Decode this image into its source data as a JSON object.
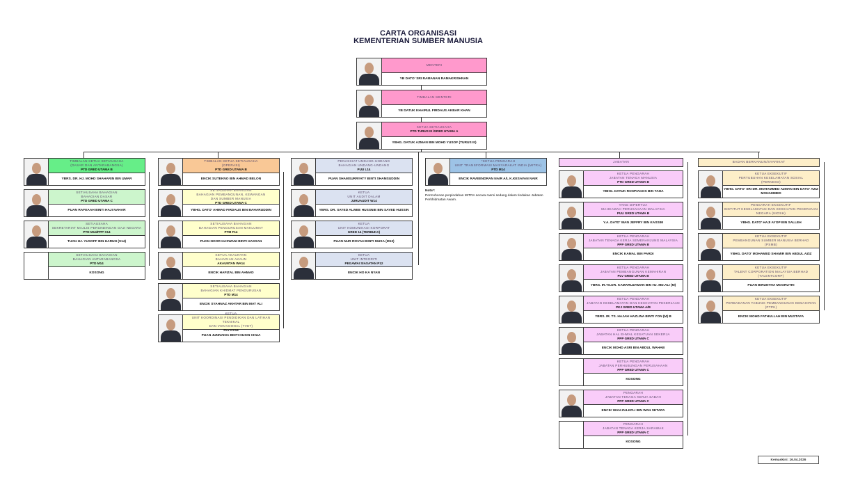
{
  "title": {
    "line1": "CARTA ORGANISASI",
    "line2": "KEMENTERIAN SUMBER MANUSIA"
  },
  "colors": {
    "top": "#ff99cc",
    "col1_lead": "#66ee88",
    "col1": "#ccf5cc",
    "col2_lead": "#f9c896",
    "col2": "#ffffcc",
    "col3": "#dbe2f1",
    "col4": "#9dc3e6",
    "col5": "#f9ccf9",
    "col6": "#fdeec8"
  },
  "top": [
    {
      "lines": [
        "MENTERI"
      ],
      "grade": "",
      "name": "YB DATO' SRI RAMANAN RAMAKRISHNAN",
      "photo": true
    },
    {
      "lines": [
        "TIMBALAN MENTERI"
      ],
      "grade": "",
      "name": "YB DATUK KHAIRUL FIRDAUS AKBAR KHAN",
      "photo": true
    },
    {
      "lines": [
        "KETUA SETIAUSAHA"
      ],
      "grade": "PTD TURUS III /GRED UTAMA A",
      "name": "YBHG. DATUK AZMAN BIN MOHD YUSOF (TURUS III)",
      "photo": true
    }
  ],
  "columns": [
    {
      "header": "",
      "cards": [
        {
          "lines": [
            "TIMBALAN KETUA SETIAUSAHA",
            "(DASAR DAN ANTARABANGSA)"
          ],
          "grade": "PTD GRED UTAMA B",
          "name": "YBRS. DR. HJ. MOHD SHAHARIN BIN UMAR",
          "photo": true
        },
        {
          "lines": [
            "SETIAUSAHA BAHAGIAN",
            "BAHAGIAN DASAR"
          ],
          "grade": "PTD GRED UTAMA C",
          "name": "PUAN RAFEAAH BINTI HAJI NAHAR",
          "photo": true
        },
        {
          "lines": [
            "SETIAUSAHA",
            "SEKRETARIAT MAJLIS PERUNDINGAN GAJI NEGARA"
          ],
          "grade": "PTD M14/PPP S14",
          "name": "TUAN HJ. YUSOFF BIN HARUN (S14)",
          "photo": true
        },
        {
          "lines": [
            "SETIAUSAHA BAHAGIAN",
            "BAHAGIAN ANTARABANGSA"
          ],
          "grade": "PTD M14",
          "name": "KOSONG",
          "photo": false
        }
      ]
    },
    {
      "header": "",
      "cards": [
        {
          "lines": [
            "TIMBALAN KETUA SETIAUSAHA",
            "(OPERASI)"
          ],
          "grade": "PTD GRED UTAMA B",
          "name": "ENCIK SUTEKNO BIN AHMAD BELON",
          "photo": true
        },
        {
          "lines": [
            "SETIAUSAHA BAHAGIAN",
            "BAHAGIAN PEMBANGUNAN, KEWANGAN",
            "DAN SUMBER MANUSIA"
          ],
          "grade": "PTD GRED UTAMA C",
          "name": "YBHG. DATO' AHMAD FIRDAUS BIN BAHARUDDIN",
          "photo": true
        },
        {
          "lines": [
            "SETIAUSAHA BAHAGIAN",
            "BAHAGIAN PENGURUSAN MAKLUMAT"
          ],
          "grade": "PTM F14",
          "name": "PUAN NOOR HASWANI BINTI HASSAN",
          "photo": true
        },
        {
          "lines": [
            "KETUA AKAUNTAN",
            "BAHAGIAN AKAUN"
          ],
          "grade": "AKAUNTAN WA14",
          "name": "ENCIK HAFIZAL BIN AHMAD",
          "photo": true
        },
        {
          "lines": [
            "SETIAUSAHA BAHAGIAN",
            "BAHAGIAN KHIDMAT PENGURUSAN"
          ],
          "grade": "PTD M14",
          "name": "ENCIK SYAHNAZ AKHTAR BIN MAT ALI",
          "photo": true
        },
        {
          "lines": [
            "KETUA",
            "UNIT KOORDINASI PENDIDIKAN DAN LATIHAN TEKNIKAL",
            "DAN VOKASIONAL (TVET)"
          ],
          "grade": "PLV DV14",
          "name": "PUAN JUNNAINA BINTI HUSIN CHUA",
          "photo": true
        }
      ]
    },
    {
      "header": "",
      "cards": [
        {
          "lines": [
            "PENASIHAT UNDANG-UNDANG",
            "BAHAGIAN UNDANG-UNDANG"
          ],
          "grade": "PUU L14",
          "name": "PUAN SHAMSURRYATY BINTI SHAMSUDDIN",
          "photo": true
        },
        {
          "lines": [
            "KETUA",
            "UNIT AUDIT DALAM"
          ],
          "grade": "JURUAUDIT W14",
          "name": "YBRS. DR. SAYED ALWEE HUSSNIE BIN SAYED HUSSIN",
          "photo": true
        },
        {
          "lines": [
            "KETUA",
            "UNIT KOMUNIKASI KORPORAT"
          ],
          "grade": "GRED 14 (TERBUKA)",
          "name": "PUAN NUR RISYAH BINTI MUSA (M13)",
          "photo": true
        },
        {
          "lines": [
            "KETUA",
            "UNIT INTEGRITI"
          ],
          "grade": "PEGAWAI SIASATAN P12",
          "name": "ENCIK HO KA NYAN",
          "photo": true
        }
      ]
    },
    {
      "header": "",
      "cards": [
        {
          "lines": [
            "*KETUA PENGARAH",
            "UNIT TRANSFORMASI MASYARAKAT INDIA (MITRA)"
          ],
          "grade": "PTD M14",
          "name": "ENCIK RAVEENDRAN NAIR A/L K.KESAVAN NAIR",
          "photo": true
        }
      ]
    },
    {
      "header": "JABATAN",
      "cards": [
        {
          "lines": [
            "KETUA PENGARAH",
            "JABATAN TENAGA MANUSIA"
          ],
          "grade": "PTD GRED UTAMA B",
          "name": "YBHG. DATUK ROSPIAGOS BIN TAHA",
          "photo": true
        },
        {
          "lines": [
            "YANG DIPERTUA",
            "MAHKAMAH PERUSAHAAN MALAYSIA"
          ],
          "grade": "PUU GRED UTAMA B",
          "name": "Y.A. DATO' WAN JEFFRY BIN KASSIM",
          "photo": true
        },
        {
          "lines": [
            "KETUA PENGARAH",
            "JABATAN TENAGA KERJA SEMENANJUNG MALAYSIA"
          ],
          "grade": "PPP GRED UTAMA B",
          "name": "ENCIK KAMAL BIN PARDI",
          "photo": true
        },
        {
          "lines": [
            "KETUA PENGARAH",
            "JABATAN PEMBANGUNAN KEMAHIRAN"
          ],
          "grade": "PLV GRED UTAMA B",
          "name": "YBRS. IR.TS.DR. KAMARUZAMAN BIN HJ. MD.ALI (M)",
          "photo": true
        },
        {
          "lines": [
            "KETUA PENGARAH",
            "JABATAN KESELAMATAN DAN KESIHATAN PEKERJAAN"
          ],
          "grade": "PKJ GRED UTAMA A/B",
          "name": "YBRS. IR. TS. HAJAH HAZLINA BINTI YON (M) B",
          "photo": true
        },
        {
          "lines": [
            "KETUA PENGARAH",
            "JABATAN HAL EHWAL KESATUAN SEKERJA"
          ],
          "grade": "PPP GRED UTAMA C",
          "name": "ENCIK MOHD ASRI BIN ABDUL WAHAB",
          "photo": true
        },
        {
          "lines": [
            "KETUA PENGARAH",
            "JABATAN PERHUBUNGAN PERUSAHAAN"
          ],
          "grade": "PPP GRED UTAMA C",
          "name": "KOSONG",
          "photo": false
        },
        {
          "lines": [
            "PENGARAH",
            "JABATAN TENAGA KERJA SABAH"
          ],
          "grade": "PPP GRED UTAMA C",
          "name": "ENCIK WAN ZULKFLI BIN WAN SETAPA",
          "photo": true
        },
        {
          "lines": [
            "PENGARAH",
            "JABATAN TENAGA KERJA SARAWAK"
          ],
          "grade": "PPP GRED UTAMA C",
          "name": "KOSONG",
          "photo": false
        }
      ]
    },
    {
      "header": "BADAN BERKANUN/SYARIKAT",
      "cards": [
        {
          "lines": [
            "KETUA EKSEKUTIF",
            "PERTUBUHAN KESELAMATAN SOSIAL",
            "(PERKESO)"
          ],
          "grade": "",
          "name": "YBHG. DATO' SRI DR. MOHAMMED AZMAN BIN DATO' AZIZ MOHAMMED",
          "photo": true
        },
        {
          "lines": [
            "PENGARAH EKSEKUTIF",
            "INSTITUT KESELAMATAN DAN KESIHATAN PEKERJAAN",
            "NEGARA (NIOSH)"
          ],
          "grade": "",
          "name": "YBHG. DATO' HAJI AYOP BIN SALLEH",
          "photo": true
        },
        {
          "lines": [
            "KETUA EKSEKUTIF",
            "PEMBANGUNAN SUMBER MANUSIA BERHAD",
            "(PSMB)"
          ],
          "grade": "",
          "name": "YBHG. DATO' MOHAMED SHAMIR BIN ABDUL AZIZ",
          "photo": true
        },
        {
          "lines": [
            "KETUA EKSEKUTIF",
            "TALENT CORPORATION MALAYSIA BERHAD",
            "(TALENTCORP)"
          ],
          "grade": "",
          "name": "PUAN BIRUNTHA MOORUTHI",
          "photo": true
        },
        {
          "lines": [
            "KETUA EKSEKUTIF",
            "PERBADANAN TABUNG PEMBANGUNAN KEMAHIRAN",
            "(PTPK)"
          ],
          "grade": "",
          "name": "ENCIK MOHD FATHULLAH BIN MUSTAFA",
          "photo": true
        }
      ]
    }
  ],
  "note": {
    "label": "Nota*:",
    "text": "Permohonan perpindahan MITRA secara rasmi sedang dalam tindakan Jabatan Perkhidmatan Awam."
  },
  "updated": "Kemaskini: 16.04.2026"
}
